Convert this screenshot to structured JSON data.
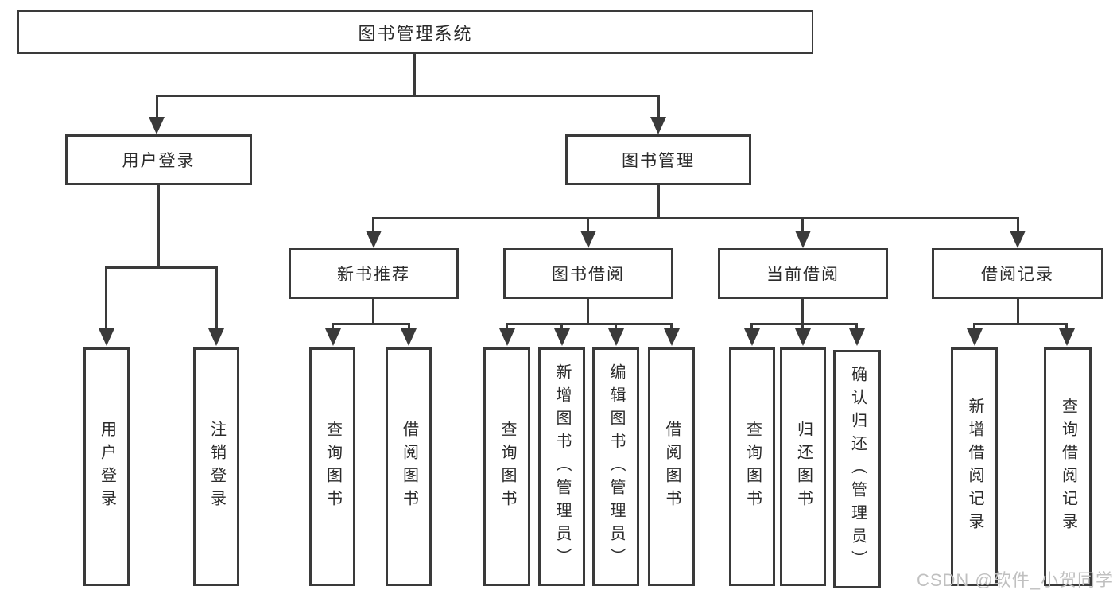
{
  "diagram": {
    "root": "图书管理系统",
    "level2": {
      "user_login": "用户登录",
      "book_management": "图书管理"
    },
    "level3": {
      "new_book": "新书推荐",
      "book_borrow": "图书借阅",
      "current_borrow": "当前借阅",
      "borrow_record": "借阅记录"
    },
    "leaves": {
      "user_login": [
        "用户登录",
        "注销登录"
      ],
      "new_book": [
        "查询图书",
        "借阅图书"
      ],
      "book_borrow": [
        "查询图书",
        "新增图书（管理员）",
        "编辑图书（管理员）",
        "借阅图书"
      ],
      "current_borrow": [
        "查询图书",
        "归还图书",
        "确认归还（管理员）"
      ],
      "borrow_record": [
        "新增借阅记录",
        "查询借阅记录"
      ]
    }
  },
  "watermark": {
    "text": "CSDN @软件_小贺同学"
  },
  "colors": {
    "line": "#3a3a3a",
    "text": "#2b2b2b",
    "watermark": "#c0c0c0",
    "background": "#ffffff"
  }
}
